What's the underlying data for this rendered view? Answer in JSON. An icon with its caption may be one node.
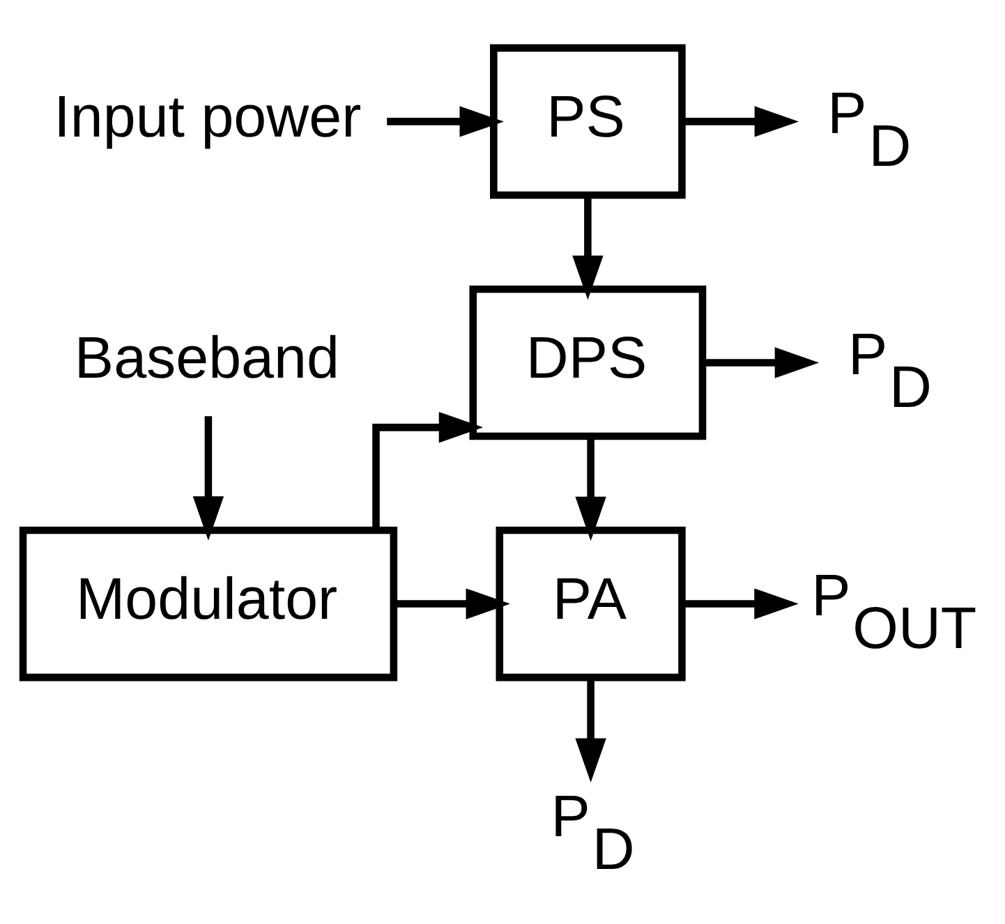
{
  "diagram": {
    "nodes": [
      {
        "text": [
          "Input power"
        ]
      },
      {
        "text": [
          "PS"
        ]
      },
      {
        "text": [
          "P$_{D}$"
        ]
      },
      {
        "text": [
          "DPS"
        ]
      },
      {
        "text": [
          "P$_{D}$"
        ]
      },
      {
        "text": [
          "Modulator"
        ]
      },
      {
        "text": [
          "PA"
        ]
      },
      {
        "text": [
          "P$_{OUT}$"
        ]
      },
      {
        "text": [
          "P$_{D}$"
        ]
      },
      {
        "text": [
          "Baseband"
        ]
      }
    ],
    "edges": [
      {
        "from": 0,
        "to": 1,
        "arrow": "to"
      },
      {
        "from": 1,
        "to": 2,
        "arrow": "to"
      },
      {
        "from": 1,
        "to": 3,
        "arrow": "to"
      },
      {
        "from": 3,
        "to": 4,
        "arrow": "to"
      },
      {
        "from": 3,
        "to": 6,
        "arrow": "to"
      },
      {
        "from": 5,
        "to": 3,
        "arrow": "to"
      },
      {
        "from": 5,
        "to": 6,
        "arrow": "to"
      },
      {
        "from": 6,
        "to": 7,
        "arrow": "to"
      },
      {
        "from": 6,
        "to": 8,
        "arrow": "to"
      },
      {
        "from": 9,
        "to": 5,
        "arrow": "to"
      }
    ]
  }
}
